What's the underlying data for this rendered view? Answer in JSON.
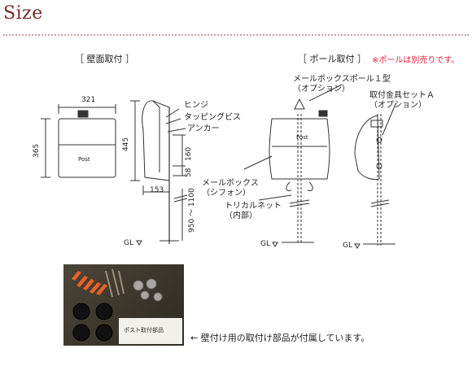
{
  "header": {
    "title": "Size"
  },
  "sections": {
    "wall": "［ 壁面取付 ］",
    "pole": "［ ポール取付 ］",
    "pole_note": "※ポールは別売りです。"
  },
  "wall_labels": {
    "hinge": "ヒンジ",
    "tapping_screw": "タッピングビス",
    "anchor": "アンカー",
    "width": "321",
    "height_front": "365",
    "height_side": "445",
    "depth": "153",
    "d160": "160",
    "d58": "58",
    "range": "950 ～ 1100",
    "gl": "GL",
    "brand_plate": "■",
    "post": "Post"
  },
  "pole_labels": {
    "mailbox_pole_1": "メールボックスポール１型",
    "mailbox_pole_1_opt": "（オプション）",
    "bracket_set_a": "取付金具セットＡ",
    "bracket_set_a_opt": "（オプション）",
    "mailbox": "メールボックス",
    "mailbox_sub": "（シフォン）",
    "trical_net": "トリカルネット",
    "trical_net_sub": "（内部）",
    "gl_left": "GL",
    "gl_right": "GL",
    "post": "Post"
  },
  "photo": {
    "card_text": "ポスト取付部品"
  },
  "caption": "← 壁付け用の取付け部品が付属しています。"
}
